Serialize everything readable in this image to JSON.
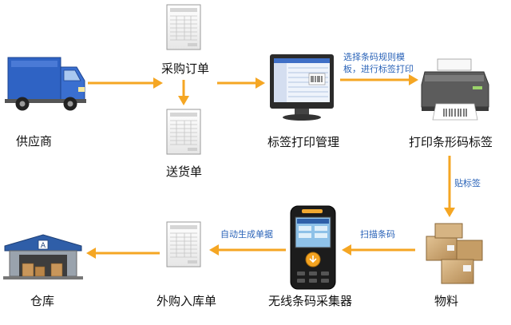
{
  "nodes": {
    "supplier": "供应商",
    "purchase_order": "采购订单",
    "delivery_note": "送货单",
    "label_print_mgmt": "标签打印管理",
    "print_barcode_label": "打印条形码标签",
    "material": "物料",
    "wireless_collector": "无线条码采集器",
    "outsourced_receipt": "外购入库单",
    "warehouse": "仓库"
  },
  "edge_labels": {
    "select_template_line1": "选择条码规则模",
    "select_template_line2": "板，进行标签打印",
    "attach_label": "贴标签",
    "scan_barcode": "扫描条码",
    "auto_generate": "自动生成单据"
  },
  "icons": {
    "supplier": "truck-icon",
    "purchase_order": "document-icon",
    "delivery_note": "document-icon",
    "label_print_mgmt": "computer-monitor-icon",
    "print_barcode_label": "printer-icon",
    "material": "boxes-icon",
    "wireless_collector": "handheld-scanner-icon",
    "outsourced_receipt": "document-icon",
    "warehouse": "warehouse-icon"
  },
  "colors": {
    "arrow": "#f5a623",
    "edge_label_text": "#2a63b8",
    "truck_body": "#2f63c4",
    "monitor": "#333333"
  }
}
